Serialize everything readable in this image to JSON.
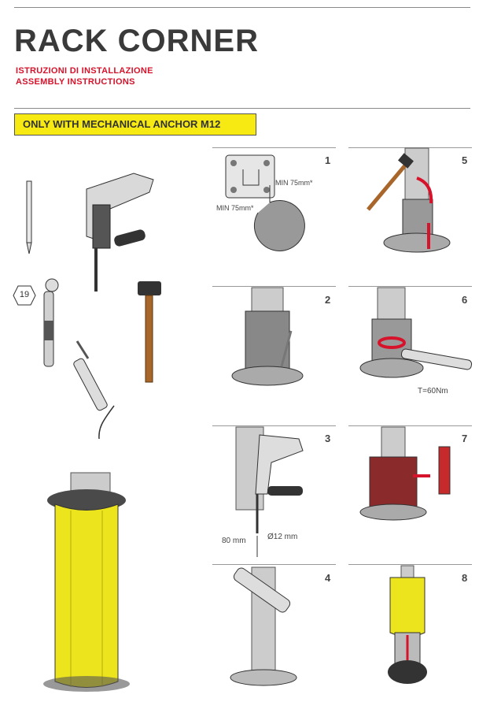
{
  "header": {
    "title": "RACK CORNER",
    "subtitle_it": "ISTRUZIONI DI INSTALLAZIONE",
    "subtitle_en": "ASSEMBLY INSTRUCTIONS"
  },
  "banner": {
    "text": "ONLY WITH MECHANICAL ANCHOR M12"
  },
  "tools": {
    "wrench_size": "19"
  },
  "steps": [
    {
      "num": "1",
      "labels": [
        "MIN 75mm*",
        "MIN 75mm*"
      ]
    },
    {
      "num": "2"
    },
    {
      "num": "3",
      "labels": [
        "80 mm",
        "Ø12 mm"
      ]
    },
    {
      "num": "4"
    },
    {
      "num": "5"
    },
    {
      "num": "6",
      "labels": [
        "T=60Nm"
      ]
    },
    {
      "num": "7"
    },
    {
      "num": "8"
    }
  ],
  "colors": {
    "accent_red": "#d6132a",
    "banner_yellow": "#f6ea12",
    "product_yellow": "#ece41c"
  }
}
